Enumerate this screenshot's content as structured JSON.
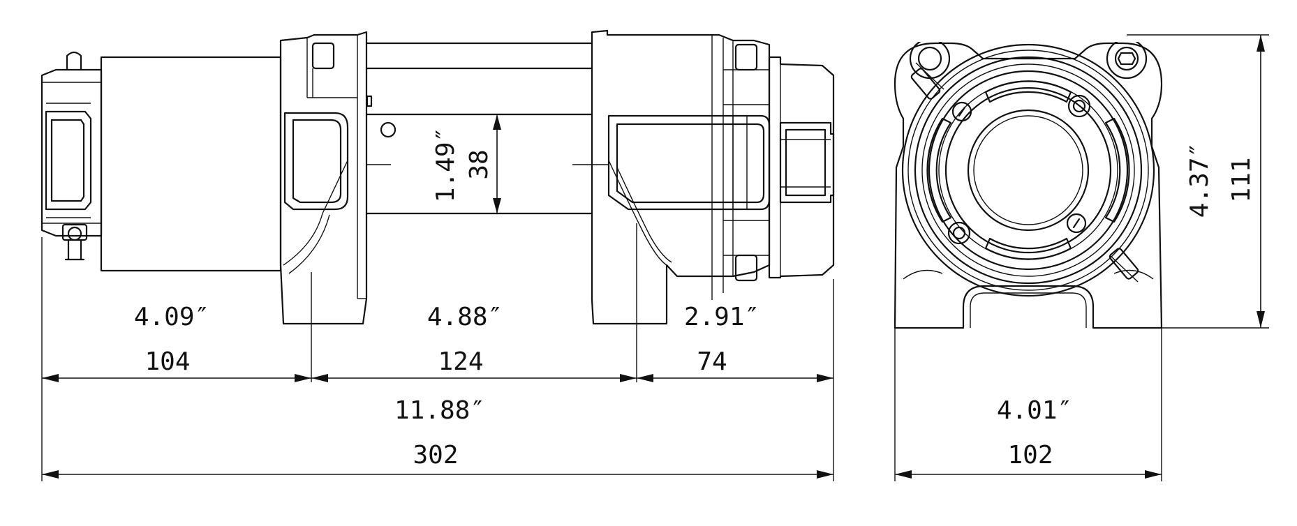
{
  "dimensions": {
    "motor_length_in": "4.09″",
    "motor_length_mm": "104",
    "drum_length_in": "4.88″",
    "drum_length_mm": "124",
    "gearbox_length_in": "2.91″",
    "gearbox_length_mm": "74",
    "overall_length_in": "11.88″",
    "overall_length_mm": "302",
    "drum_diameter_in": "1.49″",
    "drum_diameter_mm": "38",
    "end_width_in": "4.01″",
    "end_width_mm": "102",
    "end_height_in": "4.37″",
    "end_height_mm": "111"
  }
}
